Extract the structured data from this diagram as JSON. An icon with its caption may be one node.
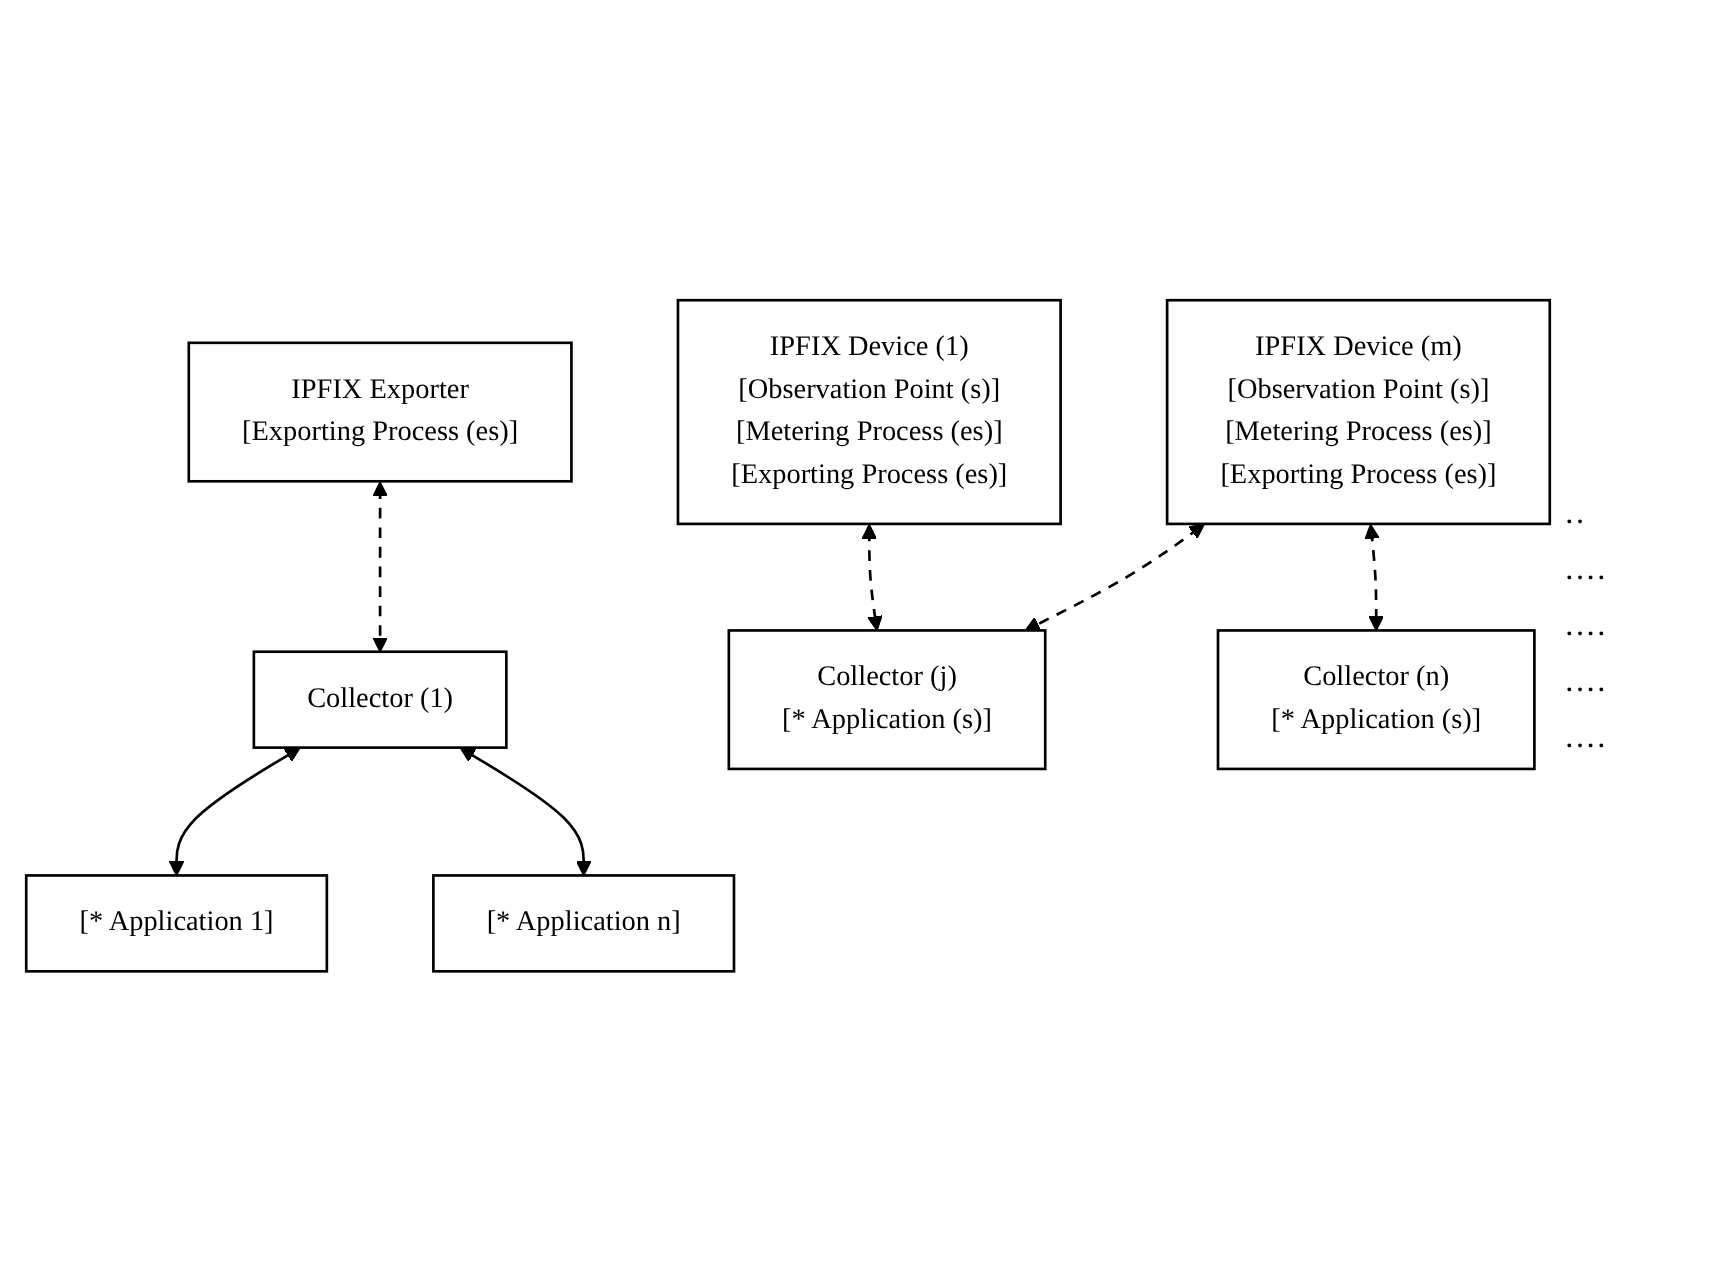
{
  "diagram": {
    "nodes": [
      {
        "text": [
          "[* Application 1]"
        ]
      },
      {
        "text": [
          "[* Application n]"
        ]
      },
      {
        "text": [
          "IPFIX Exporter",
          "[Exporting Process (es)]"
        ]
      },
      {
        "text": [
          "Collector (1)"
        ]
      },
      {
        "text": [
          "IPFIX Device (1)",
          "[Observation Point (s)]",
          "[Metering Process (es)]",
          "[Exporting Process (es)]"
        ]
      },
      {
        "text": [
          "Collector (j)",
          "[* Application (s)]"
        ]
      },
      {
        "text": [
          "IPFIX Device (m)",
          "[Observation Point (s)]",
          "[Metering Process (es)]",
          "[Exporting Process (es)]"
        ]
      },
      {
        "text": [
          "Collector (n)",
          "[* Application (s)]"
        ]
      }
    ],
    "edges": [
      {
        "from": 3,
        "to": 0,
        "arrow": "both"
      },
      {
        "from": 3,
        "to": 1,
        "arrow": "both"
      },
      {
        "from": 2,
        "to": 3,
        "arrow": "both",
        "style": "dashed"
      },
      {
        "from": 4,
        "to": 5,
        "arrow": "both",
        "style": "dashed"
      },
      {
        "from": 6,
        "to": 5,
        "arrow": "both",
        "style": "dashed"
      },
      {
        "from": 6,
        "to": 7,
        "arrow": "both",
        "style": "dashed"
      }
    ],
    "labels": [
      "··",
      "····",
      "····",
      "····",
      "····"
    ]
  }
}
